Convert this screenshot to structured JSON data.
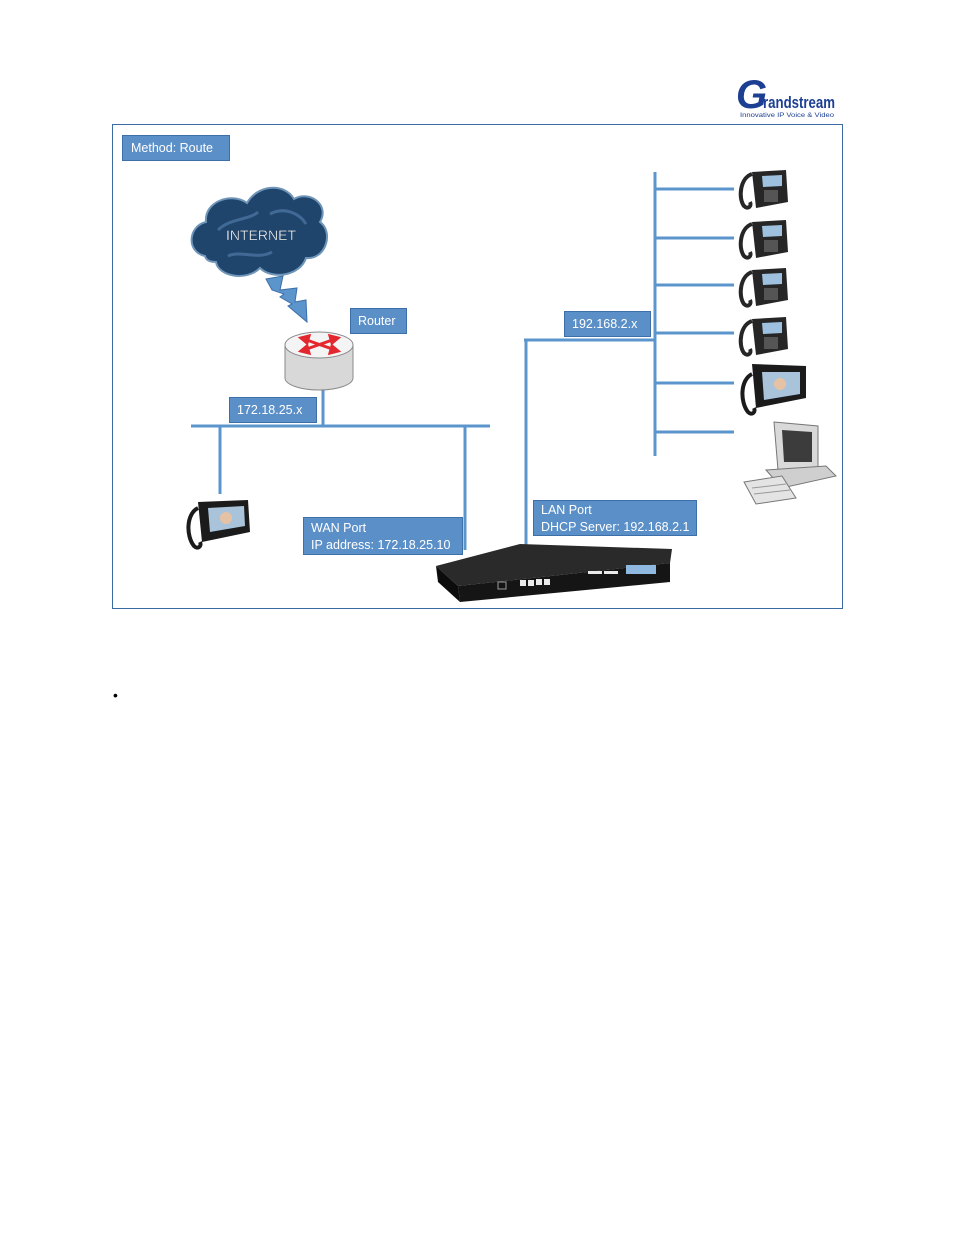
{
  "logo": {
    "initial": "G",
    "word": "randstream",
    "tagline": "Innovative IP Voice & Video"
  },
  "diagram": {
    "method_label": "Method: Route",
    "cloud_label": "INTERNET",
    "router_label": "Router",
    "wan_subnet_label": "172.18.25.x",
    "lan_subnet_label": "192.168.2.x",
    "wan_port": {
      "line1": "WAN Port",
      "line2": "IP address: 172.18.25.10"
    },
    "lan_port": {
      "line1": "LAN Port",
      "line2": "DHCP Server: 192.168.2.1"
    },
    "colors": {
      "box_fill": "#5b8fc7",
      "box_border": "#3d6fa8",
      "line": "#5b95cc",
      "frame": "#3a6aa0",
      "cloud": "#20456d",
      "router_arrows": "#e2282e"
    },
    "icons": {
      "cloud": "internet-cloud-icon",
      "lightning": "lightning-bolt-icon",
      "router": "router-icon",
      "ip_phone": "ip-phone-icon",
      "video_phone": "video-phone-icon",
      "computer": "desktop-computer-icon",
      "pbx": "ip-pbx-appliance-icon"
    }
  },
  "bullet": "•"
}
